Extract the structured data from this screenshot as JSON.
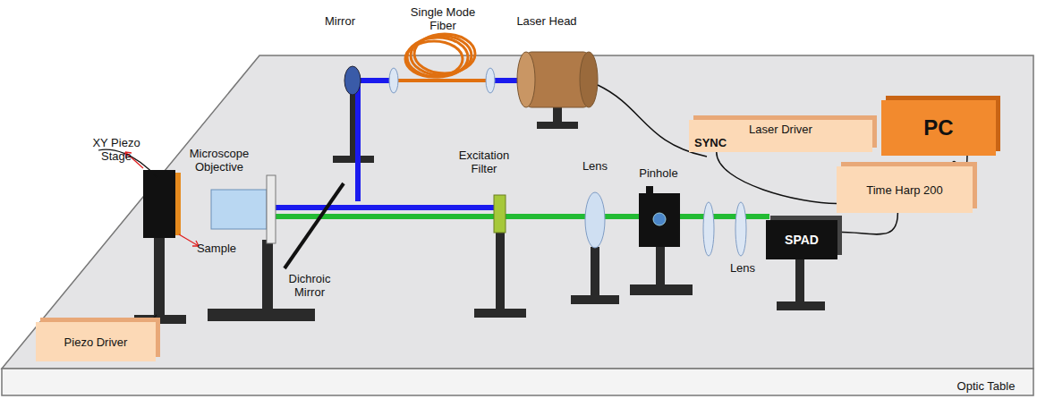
{
  "diagram": {
    "nodes": [
      {
        "text": [
          "Laser Driver",
          "SYNC"
        ]
      },
      {
        "text": [
          "PC"
        ]
      },
      {
        "text": [
          "Time Harp 200"
        ]
      },
      {
        "text": [
          "SPAD"
        ]
      },
      {
        "text": [
          "Piezo Driver"
        ]
      }
    ],
    "edges": [
      {
        "from": 0,
        "to": 2,
        "arrow": "none"
      },
      {
        "from": 1,
        "to": 2,
        "arrow": "none"
      },
      {
        "from": 3,
        "to": 2,
        "arrow": "none"
      }
    ],
    "labels": [
      "Single Mode Fiber",
      "Mirror",
      "Laser Head",
      "XY Piezo Stage",
      "Microscope Objective",
      "Excitation Filter",
      "Lens",
      "Pinhole",
      "Lens",
      "Sample",
      "Dichroic Mirror",
      "Optic Table"
    ]
  }
}
